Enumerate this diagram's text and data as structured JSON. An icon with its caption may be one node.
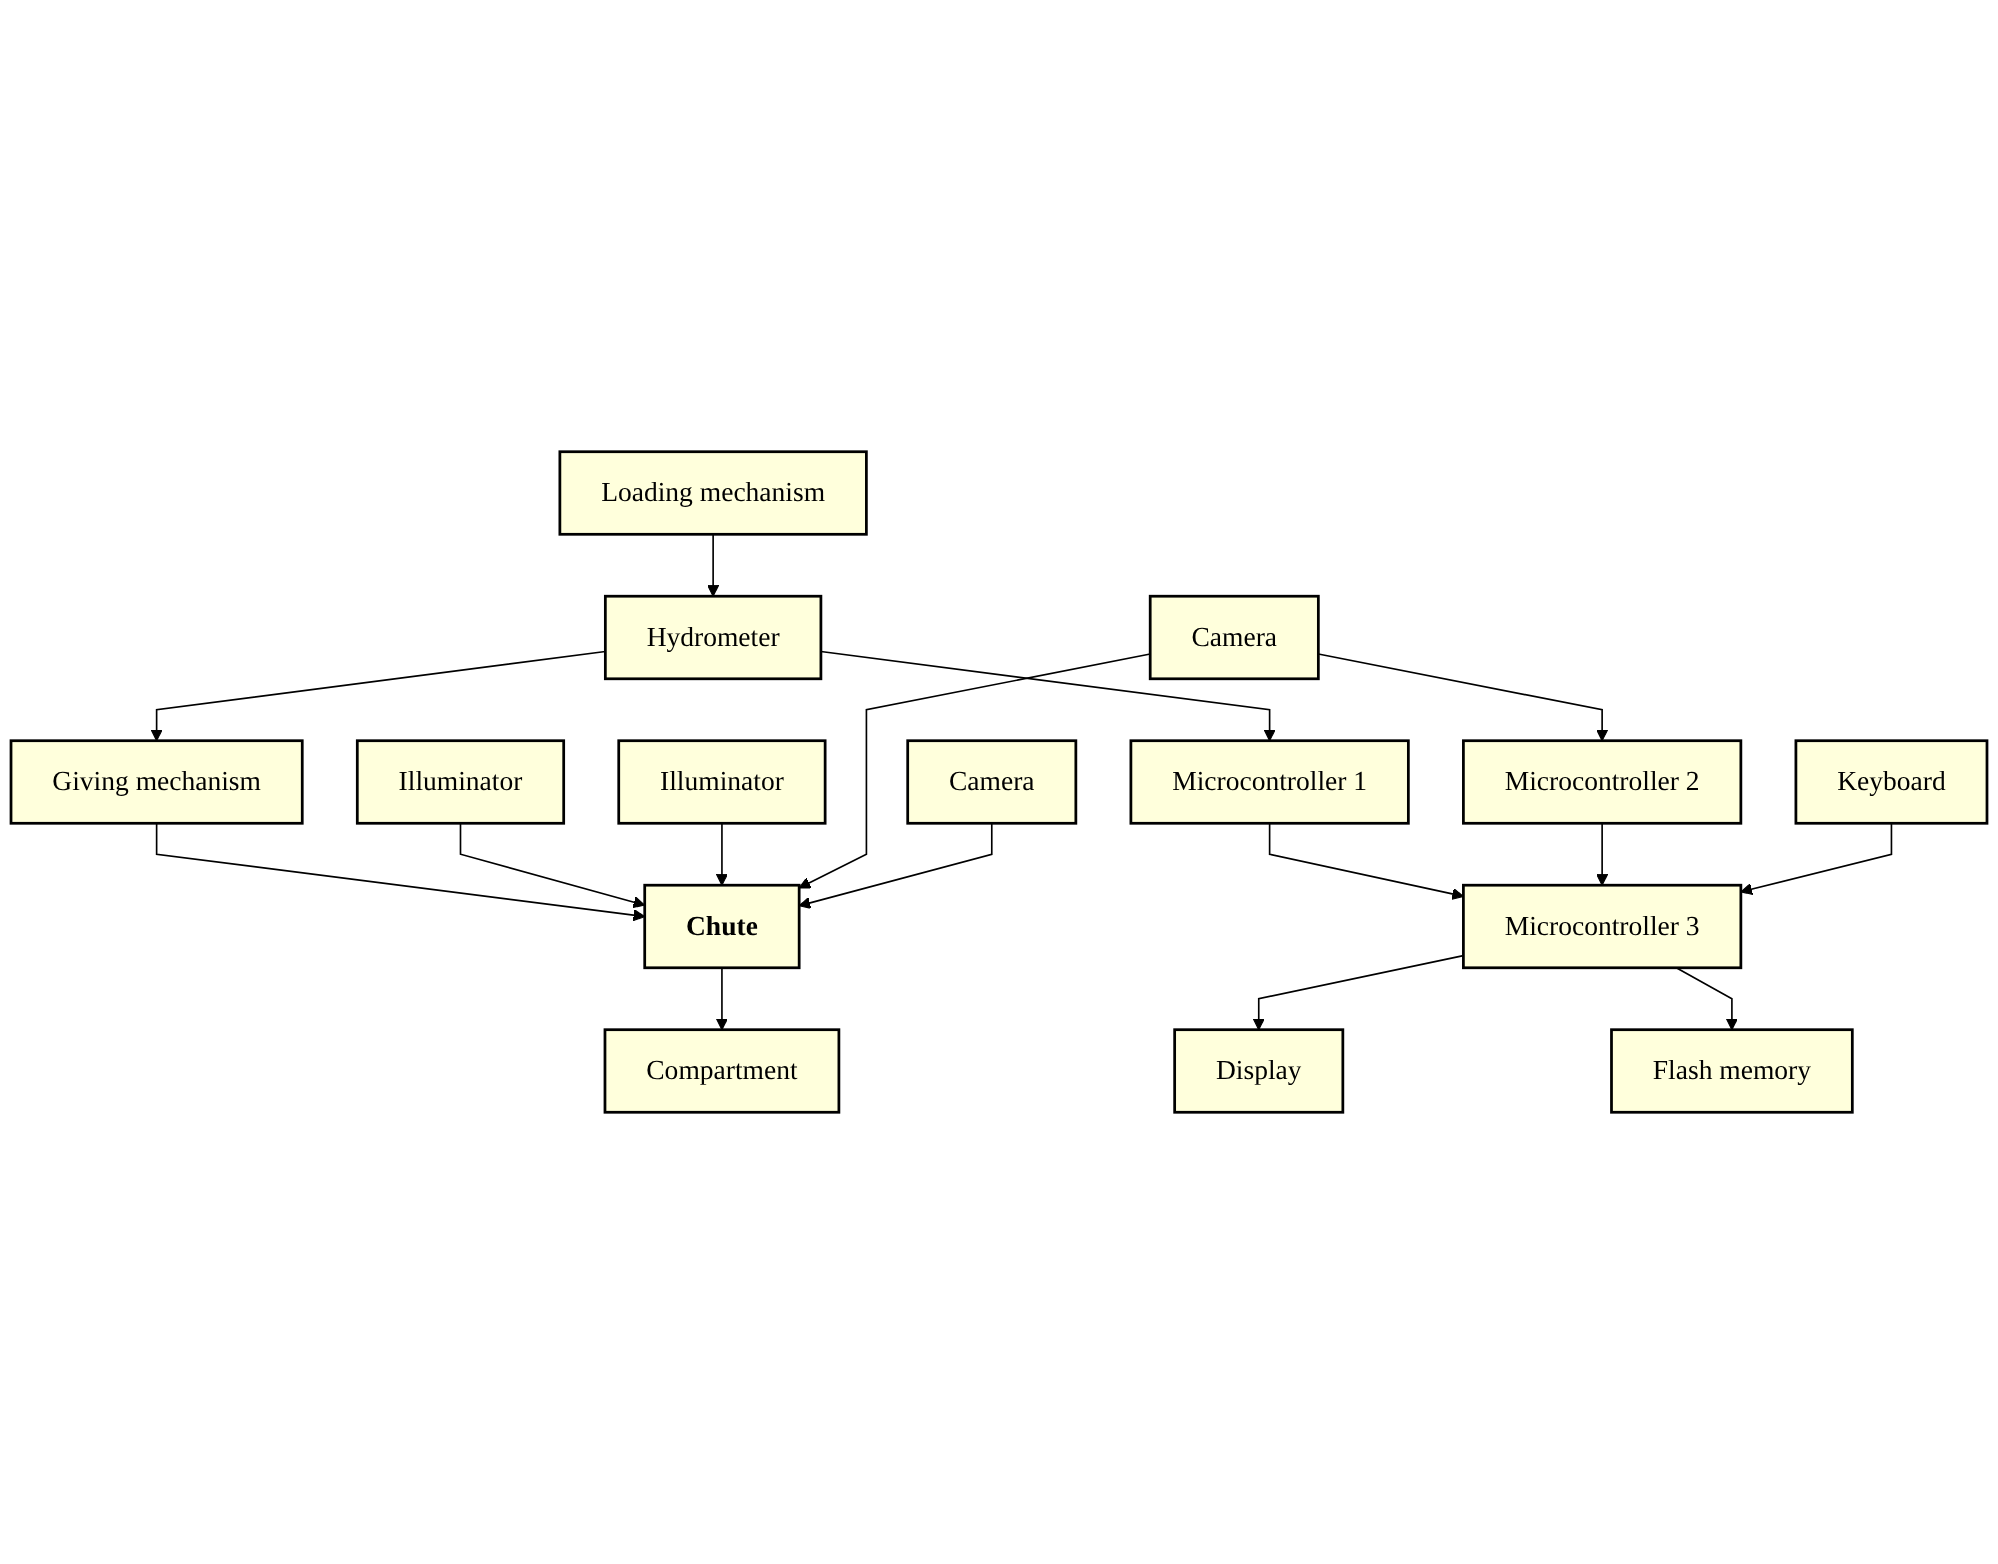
{
  "diagram": {
    "nodes": [
      {
        "text": [
          "Loading mechanism"
        ]
      },
      {
        "text": [
          "Hydrometer"
        ]
      },
      {
        "text": [
          "Microcontroller 1"
        ]
      },
      {
        "text": [
          "Giving mechanism"
        ]
      },
      {
        "text": [
          "Chute"
        ]
      },
      {
        "text": [
          "Illuminator"
        ]
      },
      {
        "text": [
          "Illuminator"
        ]
      },
      {
        "text": [
          "Display"
        ]
      },
      {
        "text": [
          "Camera"
        ]
      },
      {
        "text": [
          "Camera"
        ]
      },
      {
        "text": [
          "Flash memory"
        ]
      },
      {
        "text": [
          "Microcontroller 2"
        ]
      },
      {
        "text": [
          "Microcontroller 3"
        ]
      },
      {
        "text": [
          "Compartment"
        ]
      },
      {
        "text": [
          "Keyboard"
        ]
      }
    ],
    "edges": [
      {
        "from": 0,
        "to": 1,
        "arrow": "to"
      },
      {
        "from": 1,
        "to": 3,
        "arrow": "to"
      },
      {
        "from": 1,
        "to": 2,
        "arrow": "to"
      },
      {
        "from": 3,
        "to": 4,
        "arrow": "to"
      },
      {
        "from": 5,
        "to": 4,
        "arrow": "to"
      },
      {
        "from": 6,
        "to": 4,
        "arrow": "to"
      },
      {
        "from": 8,
        "to": 4,
        "arrow": "to"
      },
      {
        "from": 9,
        "to": 4,
        "arrow": "to"
      },
      {
        "from": 4,
        "to": 13,
        "arrow": "to"
      },
      {
        "from": 8,
        "to": 11,
        "arrow": "to"
      },
      {
        "from": 2,
        "to": 12,
        "arrow": "to"
      },
      {
        "from": 11,
        "to": 12,
        "arrow": "to"
      },
      {
        "from": 12,
        "to": 7,
        "arrow": "to"
      },
      {
        "from": 12,
        "to": 10,
        "arrow": "to"
      },
      {
        "from": 14,
        "to": 12,
        "arrow": "to"
      }
    ]
  }
}
